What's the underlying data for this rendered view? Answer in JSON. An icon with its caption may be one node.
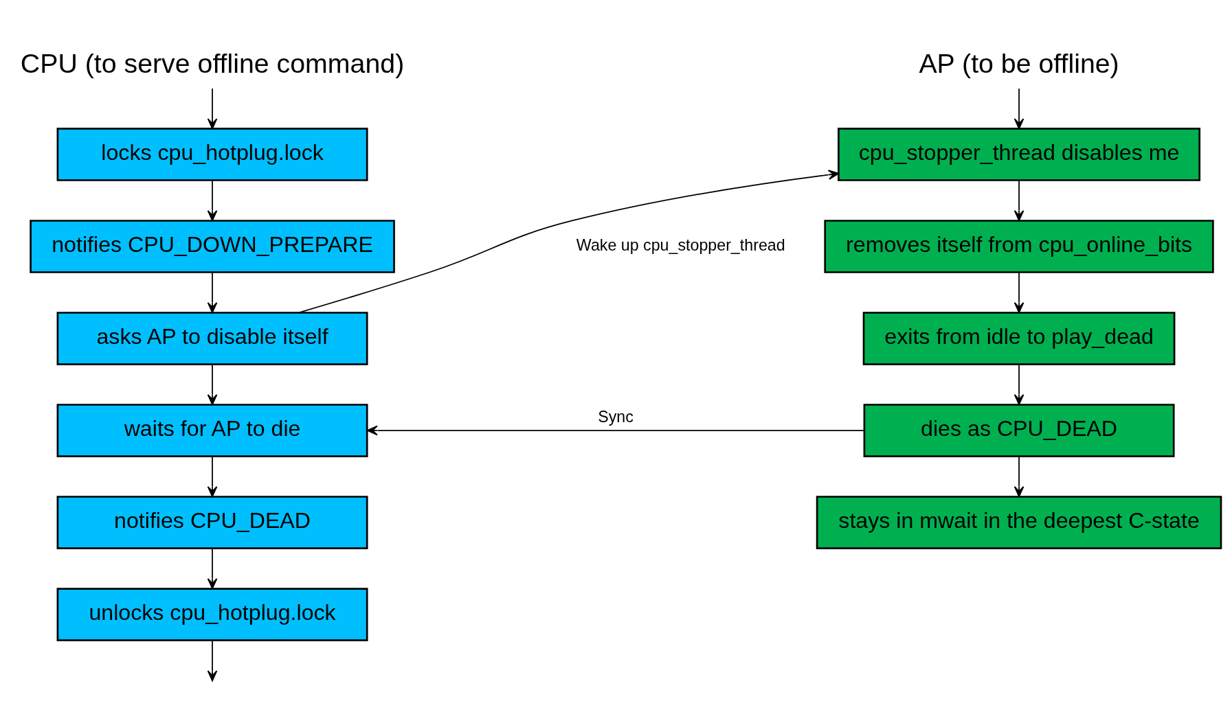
{
  "diagram": {
    "nodes": [
      {
        "text": [
          "CPU (to serve offline command)"
        ]
      },
      {
        "text": [
          "locks cpu_hotplug.lock"
        ]
      },
      {
        "text": [
          "notifies CPU_DOWN_PREPARE"
        ]
      },
      {
        "text": [
          "asks AP to disable itself"
        ]
      },
      {
        "text": [
          "waits for AP to die"
        ]
      },
      {
        "text": [
          "notifies CPU_DEAD"
        ]
      },
      {
        "text": [
          "unlocks cpu_hotplug.lock"
        ]
      },
      {
        "text": [
          "AP (to be offline)"
        ]
      },
      {
        "text": [
          "cpu_stopper_thread disables me"
        ]
      },
      {
        "text": [
          "removes itself from cpu_online_bits"
        ]
      },
      {
        "text": [
          "exits from idle to play_dead"
        ]
      },
      {
        "text": [
          "dies as CPU_DEAD"
        ]
      },
      {
        "text": [
          "stays in mwait in the deepest C-state"
        ]
      }
    ],
    "edges": [
      {
        "from": 0,
        "to": 1,
        "arrow": "to"
      },
      {
        "from": 1,
        "to": 2,
        "arrow": "to"
      },
      {
        "from": 2,
        "to": 3,
        "arrow": "to"
      },
      {
        "from": 3,
        "to": 4,
        "arrow": "to"
      },
      {
        "from": 4,
        "to": 5,
        "arrow": "to"
      },
      {
        "from": 5,
        "to": 6,
        "arrow": "to"
      },
      {
        "from": 6,
        "to": null,
        "arrow": "to"
      },
      {
        "from": 3,
        "to": 8,
        "arrow": "to",
        "label": "Wake up cpu_stopper_thread"
      },
      {
        "from": 7,
        "to": 8,
        "arrow": "to"
      },
      {
        "from": 8,
        "to": 9,
        "arrow": "to"
      },
      {
        "from": 9,
        "to": 10,
        "arrow": "to"
      },
      {
        "from": 10,
        "to": 11,
        "arrow": "to"
      },
      {
        "from": 11,
        "to": 12,
        "arrow": "to"
      },
      {
        "from": 11,
        "to": 4,
        "arrow": "to",
        "label": "Sync"
      }
    ]
  }
}
